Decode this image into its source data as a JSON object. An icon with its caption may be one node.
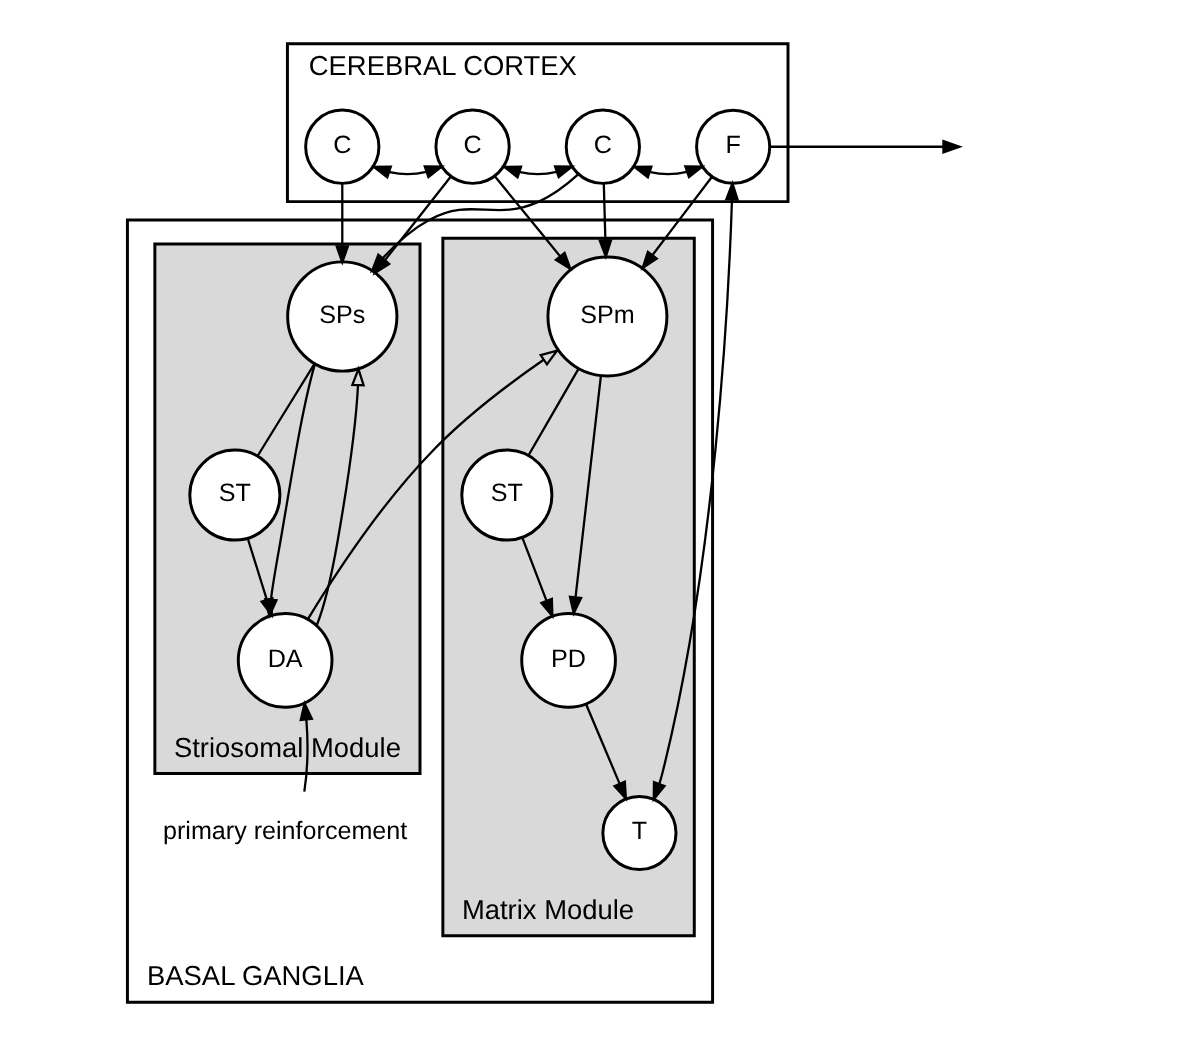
{
  "diagram": {
    "nodes": [
      {
        "text": [
          "CEREBRAL CORTEX"
        ]
      },
      {
        "text": [
          "C"
        ],
        "in": 0
      },
      {
        "text": [
          "C"
        ],
        "in": 0
      },
      {
        "text": [
          "C"
        ],
        "in": 0
      },
      {
        "text": [
          "F"
        ],
        "in": 0
      },
      {
        "text": [
          "BASAL GANGLIA"
        ]
      },
      {
        "text": [
          "Striosomal Module"
        ],
        "in": 5
      },
      {
        "text": [
          "SPs"
        ],
        "in": 6
      },
      {
        "text": [
          "ST"
        ],
        "in": 6
      },
      {
        "text": [
          "DA"
        ],
        "in": 6
      },
      {
        "text": [
          "Matrix Module"
        ],
        "in": 5
      },
      {
        "text": [
          "SPm"
        ],
        "in": 10
      },
      {
        "text": [
          "ST"
        ],
        "in": 10
      },
      {
        "text": [
          "PD"
        ],
        "in": 10
      },
      {
        "text": [
          "T"
        ],
        "in": 10
      },
      {
        "text": [
          "primary reinforcement"
        ],
        "in": 5
      }
    ],
    "edges": [
      {
        "from": 1,
        "to": 2,
        "arrow": "both"
      },
      {
        "from": 2,
        "to": 3,
        "arrow": "both"
      },
      {
        "from": 3,
        "to": 4,
        "arrow": "both"
      },
      {
        "from": 4,
        "to": null,
        "arrow": "to"
      },
      {
        "from": 1,
        "to": 7,
        "arrow": "to"
      },
      {
        "from": 2,
        "to": 7,
        "arrow": "to"
      },
      {
        "from": 2,
        "to": 11,
        "arrow": "to"
      },
      {
        "from": 3,
        "to": 7,
        "arrow": "to"
      },
      {
        "from": 3,
        "to": 11,
        "arrow": "to"
      },
      {
        "from": 4,
        "to": 11,
        "arrow": "to"
      },
      {
        "from": 4,
        "to": 14,
        "arrow": "both"
      },
      {
        "from": 7,
        "to": 8,
        "arrow": "none"
      },
      {
        "from": 7,
        "to": 9,
        "arrow": "to"
      },
      {
        "from": 8,
        "to": 9,
        "arrow": "to"
      },
      {
        "from": 9,
        "to": 7,
        "arrow": "to"
      },
      {
        "from": 9,
        "to": 11,
        "arrow": "to"
      },
      {
        "from": 11,
        "to": 12,
        "arrow": "none"
      },
      {
        "from": 11,
        "to": 13,
        "arrow": "to"
      },
      {
        "from": 12,
        "to": 13,
        "arrow": "to"
      },
      {
        "from": 13,
        "to": 14,
        "arrow": "to"
      },
      {
        "from": 15,
        "to": 9,
        "arrow": "to"
      }
    ]
  }
}
